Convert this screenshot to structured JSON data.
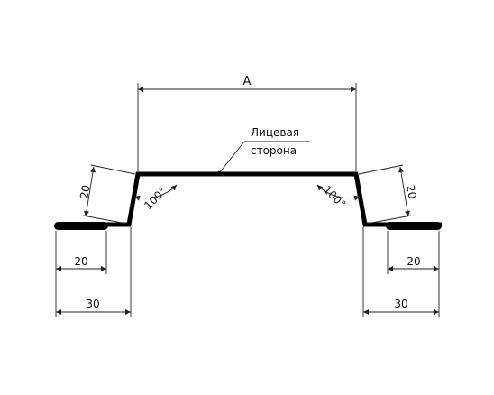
{
  "drawing": {
    "dimension_a": {
      "text": "A",
      "color": "#e8383d"
    },
    "face_label": {
      "line1": "Лицевая",
      "line2": "сторона"
    },
    "angle_left": "100°",
    "angle_right": "100°",
    "height_left": "20",
    "height_right": "20",
    "flange_left": "20",
    "flange_right": "20",
    "width_left": "30",
    "width_right": "30"
  }
}
